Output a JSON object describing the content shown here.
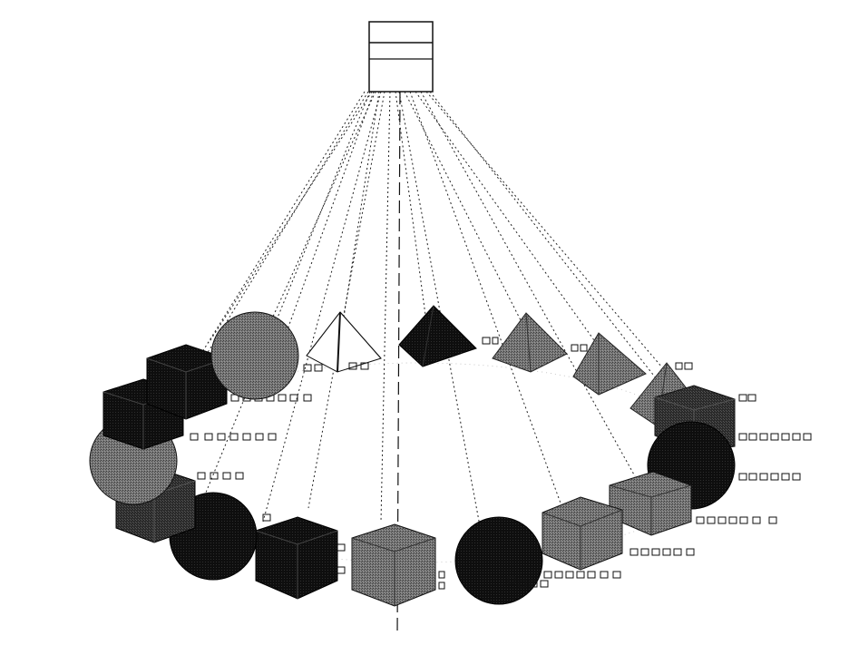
{
  "title": "",
  "colors": {
    "background": "#ffffff",
    "line": "#222222",
    "near_black": "#111111",
    "dark_gray": "#4a4a4a",
    "mid_gray": "#6a6a6a"
  },
  "hub": {
    "kind": "cube-outline"
  },
  "objects": [
    {
      "id": "o1",
      "shape": "pyramid-outline",
      "shade": "white"
    },
    {
      "id": "o2",
      "shape": "pyramid",
      "shade": "black"
    },
    {
      "id": "o3",
      "shape": "pyramid",
      "shade": "gray"
    },
    {
      "id": "o4",
      "shape": "pyramid",
      "shade": "gray"
    },
    {
      "id": "o5",
      "shape": "pyramid",
      "shade": "gray"
    },
    {
      "id": "o6",
      "shape": "cube",
      "shade": "dark-gray"
    },
    {
      "id": "o7",
      "shape": "sphere",
      "shade": "black"
    },
    {
      "id": "o8",
      "shape": "cube",
      "shade": "gray"
    },
    {
      "id": "o9",
      "shape": "cube",
      "shade": "gray"
    },
    {
      "id": "o10",
      "shape": "sphere",
      "shade": "black"
    },
    {
      "id": "o11",
      "shape": "cube",
      "shade": "gray"
    },
    {
      "id": "o12",
      "shape": "cube",
      "shade": "black"
    },
    {
      "id": "o13",
      "shape": "sphere",
      "shade": "black"
    },
    {
      "id": "o14",
      "shape": "cube",
      "shade": "dark-gray"
    },
    {
      "id": "o15",
      "shape": "sphere",
      "shade": "gray"
    },
    {
      "id": "o16",
      "shape": "cube",
      "shade": "black"
    },
    {
      "id": "o17",
      "shape": "cube",
      "shade": "black"
    },
    {
      "id": "o18",
      "shape": "sphere",
      "shade": "gray"
    }
  ]
}
